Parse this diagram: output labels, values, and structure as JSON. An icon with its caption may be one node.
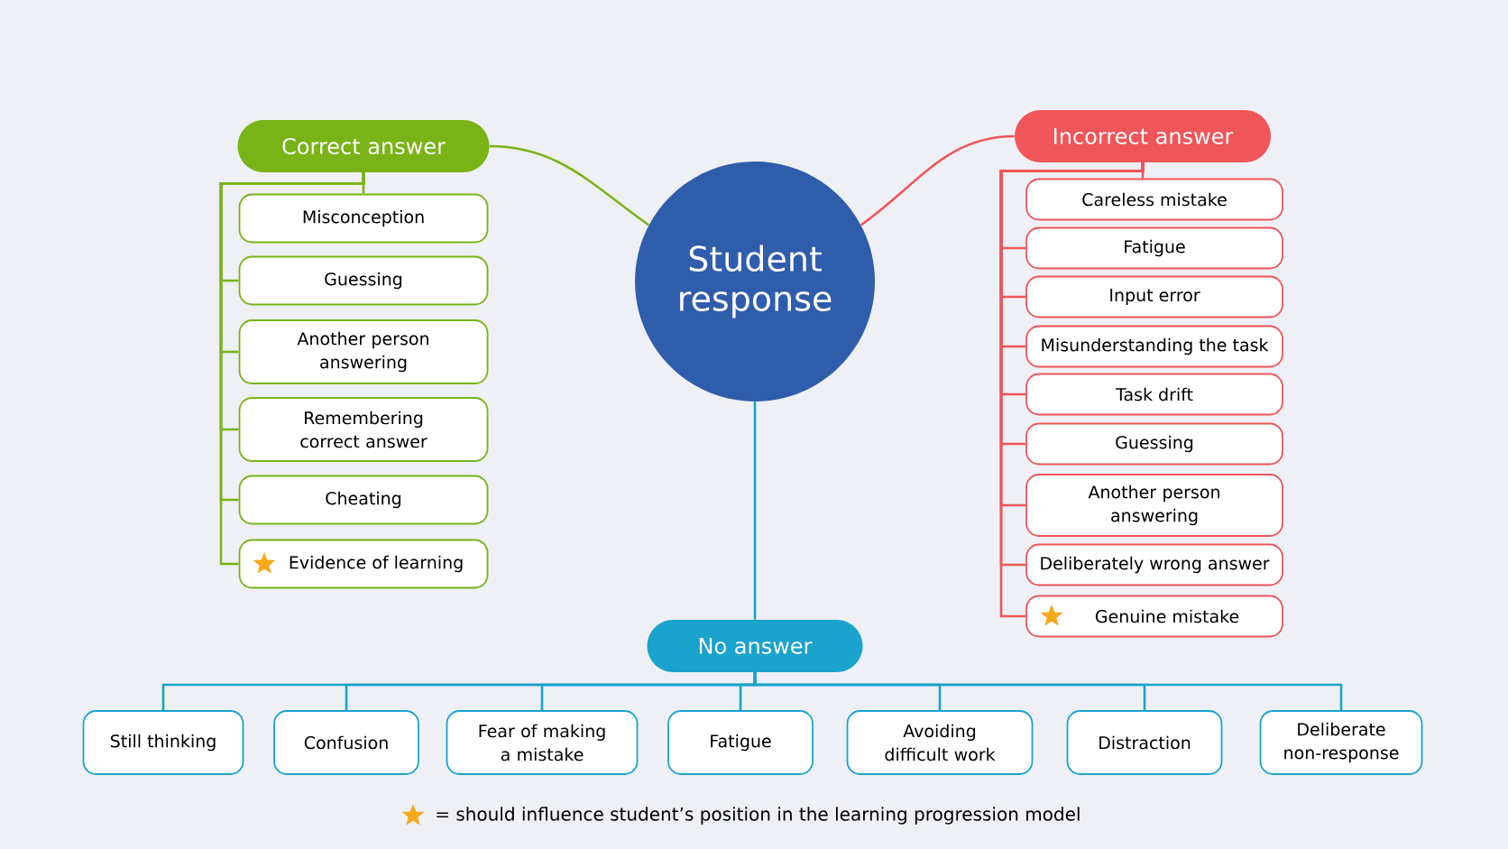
{
  "diagram": {
    "nodes": [
      {
        "text": [
          "Student response"
        ]
      },
      {
        "text": [
          "Correct answer"
        ]
      },
      {
        "text": [
          "Misconception"
        ]
      },
      {
        "text": [
          "Guessing"
        ]
      },
      {
        "text": [
          "Another person answering"
        ]
      },
      {
        "text": [
          "Remembering correct answer"
        ]
      },
      {
        "text": [
          "Cheating"
        ]
      },
      {
        "text": [
          "Evidence of learning"
        ]
      },
      {
        "text": [
          "Incorrect answer"
        ]
      },
      {
        "text": [
          "Careless mistake"
        ]
      },
      {
        "text": [
          "Fatigue"
        ]
      },
      {
        "text": [
          "Input error"
        ]
      },
      {
        "text": [
          "Misunderstanding the task"
        ]
      },
      {
        "text": [
          "Task drift"
        ]
      },
      {
        "text": [
          "Guessing"
        ]
      },
      {
        "text": [
          "Another person answering"
        ]
      },
      {
        "text": [
          "Deliberately wrong answer"
        ]
      },
      {
        "text": [
          "Genuine mistake"
        ]
      },
      {
        "text": [
          "No answer"
        ]
      },
      {
        "text": [
          "Still thinking"
        ]
      },
      {
        "text": [
          "Confusion"
        ]
      },
      {
        "text": [
          "Fear of making a mistake"
        ]
      },
      {
        "text": [
          "Fatigue"
        ]
      },
      {
        "text": [
          "Avoiding difficult work"
        ]
      },
      {
        "text": [
          "Distraction"
        ]
      },
      {
        "text": [
          "Deliberate non-response"
        ]
      }
    ],
    "edges": [
      {
        "from": 0,
        "to": 1,
        "arrow": "none",
        "color": "#7ab317"
      },
      {
        "from": 0,
        "to": 8,
        "arrow": "none",
        "color": "#f0555a"
      },
      {
        "from": 0,
        "to": 18,
        "arrow": "none",
        "color": "#1aa3cc"
      },
      {
        "from": 1,
        "to": 2,
        "arrow": "none",
        "color": "#7ab317"
      },
      {
        "from": 1,
        "to": 3,
        "arrow": "none",
        "color": "#7ab317"
      },
      {
        "from": 1,
        "to": 4,
        "arrow": "none",
        "color": "#7ab317"
      },
      {
        "from": 1,
        "to": 5,
        "arrow": "none",
        "color": "#7ab317"
      },
      {
        "from": 1,
        "to": 6,
        "arrow": "none",
        "color": "#7ab317"
      },
      {
        "from": 1,
        "to": 7,
        "arrow": "none",
        "color": "#7ab317"
      },
      {
        "from": 8,
        "to": 9,
        "arrow": "none",
        "color": "#f0555a"
      },
      {
        "from": 8,
        "to": 10,
        "arrow": "none",
        "color": "#f0555a"
      },
      {
        "from": 8,
        "to": 11,
        "arrow": "none",
        "color": "#f0555a"
      },
      {
        "from": 8,
        "to": 12,
        "arrow": "none",
        "color": "#f0555a"
      },
      {
        "from": 8,
        "to": 13,
        "arrow": "none",
        "color": "#f0555a"
      },
      {
        "from": 8,
        "to": 14,
        "arrow": "none",
        "color": "#f0555a"
      },
      {
        "from": 8,
        "to": 15,
        "arrow": "none",
        "color": "#f0555a"
      },
      {
        "from": 8,
        "to": 16,
        "arrow": "none",
        "color": "#f0555a"
      },
      {
        "from": 8,
        "to": 17,
        "arrow": "none",
        "color": "#f0555a"
      },
      {
        "from": 18,
        "to": 19,
        "arrow": "none",
        "color": "#1aa3cc"
      },
      {
        "from": 18,
        "to": 20,
        "arrow": "none",
        "color": "#1aa3cc"
      },
      {
        "from": 18,
        "to": 21,
        "arrow": "none",
        "color": "#1aa3cc"
      },
      {
        "from": 18,
        "to": 22,
        "arrow": "none",
        "color": "#1aa3cc"
      },
      {
        "from": 18,
        "to": 23,
        "arrow": "none",
        "color": "#1aa3cc"
      },
      {
        "from": 18,
        "to": 24,
        "arrow": "none",
        "color": "#1aa3cc"
      },
      {
        "from": 18,
        "to": 25,
        "arrow": "none",
        "color": "#1aa3cc"
      }
    ],
    "legend": [
      {
        "text": "= should influence student’s position in the learning progression model"
      }
    ]
  }
}
